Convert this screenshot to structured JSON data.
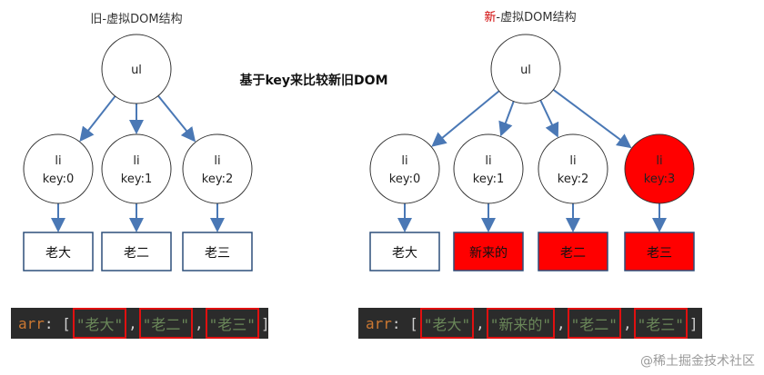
{
  "old_tree": {
    "title": "旧-虚拟DOM结构",
    "root": "ul",
    "nodes": [
      {
        "tag": "li",
        "key": "key:0",
        "text": "老大"
      },
      {
        "tag": "li",
        "key": "key:1",
        "text": "老二"
      },
      {
        "tag": "li",
        "key": "key:2",
        "text": "老三"
      }
    ]
  },
  "new_tree": {
    "title_prefix": "新",
    "title_rest": "-虚拟DOM结构",
    "root": "ul",
    "nodes": [
      {
        "tag": "li",
        "key": "key:0",
        "text": "老大",
        "changed": false
      },
      {
        "tag": "li",
        "key": "key:1",
        "text": "新来的",
        "changed": true
      },
      {
        "tag": "li",
        "key": "key:2",
        "text": "老二",
        "changed": true
      },
      {
        "tag": "li",
        "key": "key:3",
        "text": "老三",
        "changed": true,
        "node_changed": true
      }
    ]
  },
  "center_title": "基于key来比较新旧DOM",
  "old_code": {
    "var": "arr",
    "items": [
      "\"老大\"",
      "\"老二\"",
      "\"老三\""
    ]
  },
  "new_code": {
    "var": "arr",
    "items": [
      "\"老大\"",
      "\"新来的\"",
      "\"老二\"",
      "\"老三\""
    ]
  },
  "colors": {
    "edge": "#4a78b5",
    "highlight": "#ff0000",
    "code_bg": "#2b2b2b"
  },
  "watermark": "@稀土掘金技术社区"
}
